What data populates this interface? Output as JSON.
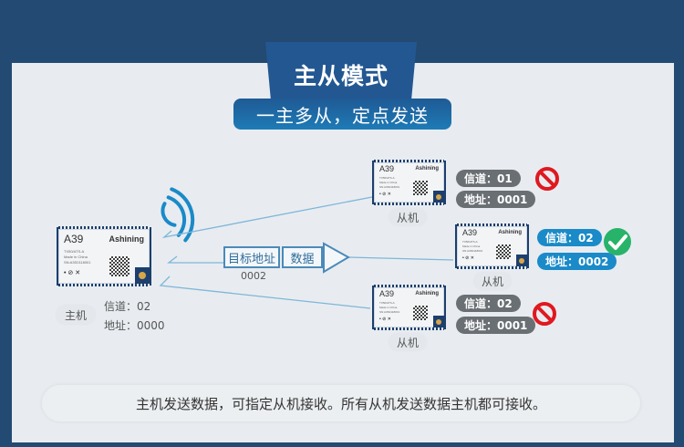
{
  "header": {
    "title": "主从模式",
    "subtitle": "一主多从，定点发送"
  },
  "master": {
    "module": {
      "model": "A39",
      "brand": "Ashining",
      "lines": [
        "TX50/ATS-A",
        "Made in China",
        "SN:A3S0118001"
      ]
    },
    "role_label": "主机",
    "channel": "信道：02",
    "address": "地址：0000"
  },
  "packet": {
    "address_label": "目标地址",
    "data_label": "数据",
    "target_address": "0002"
  },
  "slaves": [
    {
      "module": {
        "model": "A39",
        "brand": "Ashining",
        "lines": [
          "TX50/ATS-A",
          "Made in China",
          "SN:A3S0118001"
        ]
      },
      "role_label": "从机",
      "channel": "信道：01",
      "address": "地址：0001",
      "status": "rejected",
      "status_icon": "prohibited-icon",
      "pill_color": "#6a6f74"
    },
    {
      "module": {
        "model": "A39",
        "brand": "Ashining",
        "lines": [
          "TX50/ATS-A",
          "Made in China",
          "SN:A3S0118001"
        ]
      },
      "role_label": "从机",
      "channel": "信道：02",
      "address": "地址：0002",
      "status": "accepted",
      "status_icon": "check-icon",
      "pill_color": "#1a8ac8"
    },
    {
      "module": {
        "model": "A39",
        "brand": "Ashining",
        "lines": [
          "TX50/ATS-A",
          "Made in China",
          "SN:A3S0118001"
        ]
      },
      "role_label": "从机",
      "channel": "信道：02",
      "address": "地址：0001",
      "status": "rejected",
      "status_icon": "prohibited-icon",
      "pill_color": "#6a6f74"
    }
  ],
  "footer": {
    "description": "主机发送数据，可指定从机接收。所有从机发送数据主机都可接收。"
  },
  "colors": {
    "frame": "#224a72",
    "title_tab": "#235791",
    "subtitle_start": "#1f5a95",
    "subtitle_end": "#1e7bb6",
    "panel_bg": "#e8ecf0",
    "signal": "#1a8ac8",
    "link_line": "#7fb6d9",
    "accept": "#27b36a",
    "reject": "#e0181f"
  }
}
